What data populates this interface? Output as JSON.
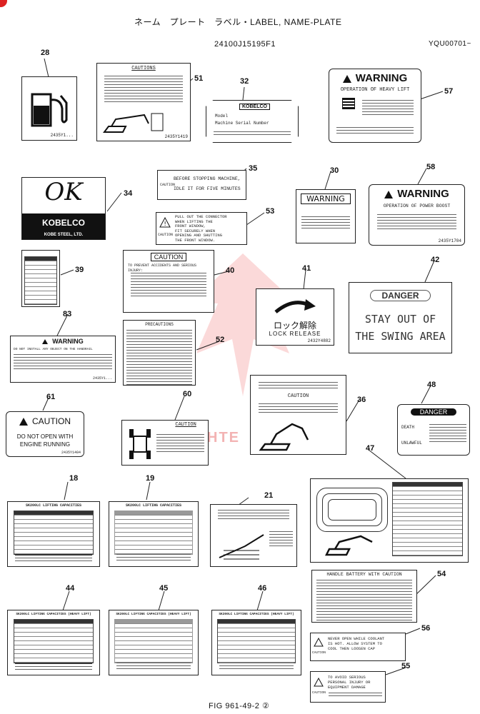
{
  "header": {
    "title": "ネーム　プレート　ラベル・LABEL, NAME-PLATE",
    "part_number": "24100J15195F1",
    "serial_range": "YQU00701~"
  },
  "footer": {
    "figure": "FIG 961-49-2 ②"
  },
  "watermark": {
    "text": "HTE",
    "color": "#e33"
  },
  "labels": {
    "l28": {
      "num": "28",
      "code": "2435Y1..."
    },
    "l51": {
      "num": "51",
      "title": "CAUTIONS",
      "code": "2435Y1419"
    },
    "l32": {
      "num": "32",
      "brand": "KOBELCO",
      "field1": "Model",
      "field2": "Machine Serial Number"
    },
    "l57": {
      "num": "57",
      "title": "WARNING",
      "sub": "OPERATION OF HEAVY LIFT"
    },
    "l35": {
      "num": "35",
      "tag": "CAUTION",
      "line1": "BEFORE STOPPING MACHINE,",
      "line2": "IDLE IT FOR FIVE MINUTES"
    },
    "l34": {
      "num": "34",
      "mark": "OK",
      "brand": "KOBELCO",
      "sub": "KOBE STEEL, LTD."
    },
    "l30": {
      "num": "30",
      "title": "WARNING"
    },
    "l58": {
      "num": "58",
      "title": "WARNING",
      "sub": "OPERATION OF POWER BOOST",
      "code": "2435Y1704"
    },
    "l53": {
      "num": "53",
      "tag": "CAUTION",
      "line1": "PULL OUT THE CONNECTOR",
      "line2": "WHEN LIFTING THE",
      "line3": "FRONT WINDOW,",
      "line4": "FIT SECURELY WHEN",
      "line5": "OPENING AND SHUTTING",
      "line6": "THE FRONT WINDOW."
    },
    "l39": {
      "num": "39"
    },
    "l40": {
      "num": "40",
      "title": "CAUTION",
      "sub": "TO PREVENT ACCIDENTS AND SERIOUS INJURY:"
    },
    "l41": {
      "num": "41",
      "jp": "ロック解除",
      "en": "LOCK RELEASE",
      "code": "2432Y4882"
    },
    "l42": {
      "num": "42",
      "title": "DANGER",
      "line1": "STAY OUT OF",
      "line2": "THE SWING AREA"
    },
    "l83": {
      "num": "83",
      "title": "WARNING",
      "line1": "DO NOT INSTALL ANY OBJECT ON THE HANDRAIL",
      "code": "2435Y1..."
    },
    "l52": {
      "num": "52",
      "title": "PRECAUTIONS"
    },
    "l36": {
      "num": "36",
      "title": "CAUTION"
    },
    "l48": {
      "num": "48",
      "title": "DANGER",
      "line1": "DEATH",
      "line2": "UNLAWFUL"
    },
    "l61": {
      "num": "61",
      "title": "CAUTION",
      "line1": "DO NOT OPEN WITH",
      "line2": "ENGINE RUNNING",
      "code": "2435Y1404"
    },
    "l60": {
      "num": "60",
      "title": "CAUTION"
    },
    "l47": {
      "num": "47"
    },
    "l18": {
      "num": "18",
      "title": "SK200LC LIFTING CAPACITIES"
    },
    "l19": {
      "num": "19",
      "title": "SK200LC LIFTING CAPACITIES"
    },
    "l21": {
      "num": "21"
    },
    "l54": {
      "num": "54",
      "title": "HANDLE BATTERY WITH CAUTION"
    },
    "l44": {
      "num": "44",
      "title": "SK200LC LIFTING CAPACITIES (HEAVY LIFT)"
    },
    "l45": {
      "num": "45",
      "title": "SK200LC LIFTING CAPACITIES (HEAVY LIFT)"
    },
    "l46": {
      "num": "46",
      "title": "SK200LC LIFTING CAPACITIES (HEAVY LIFT)"
    },
    "l56": {
      "num": "56",
      "tag": "CAUTION",
      "line1": "NEVER OPEN WHILE COOLANT",
      "line2": "IS HOT. ALLOW SYSTEM TO",
      "line3": "COOL THEN LOOSEN CAP"
    },
    "l55": {
      "num": "55",
      "tag": "CAUTION",
      "line1": "TO AVOID SERIOUS",
      "line2": "PERSONAL INJURY OR",
      "line3": "EQUIPMENT DAMAGE"
    }
  }
}
